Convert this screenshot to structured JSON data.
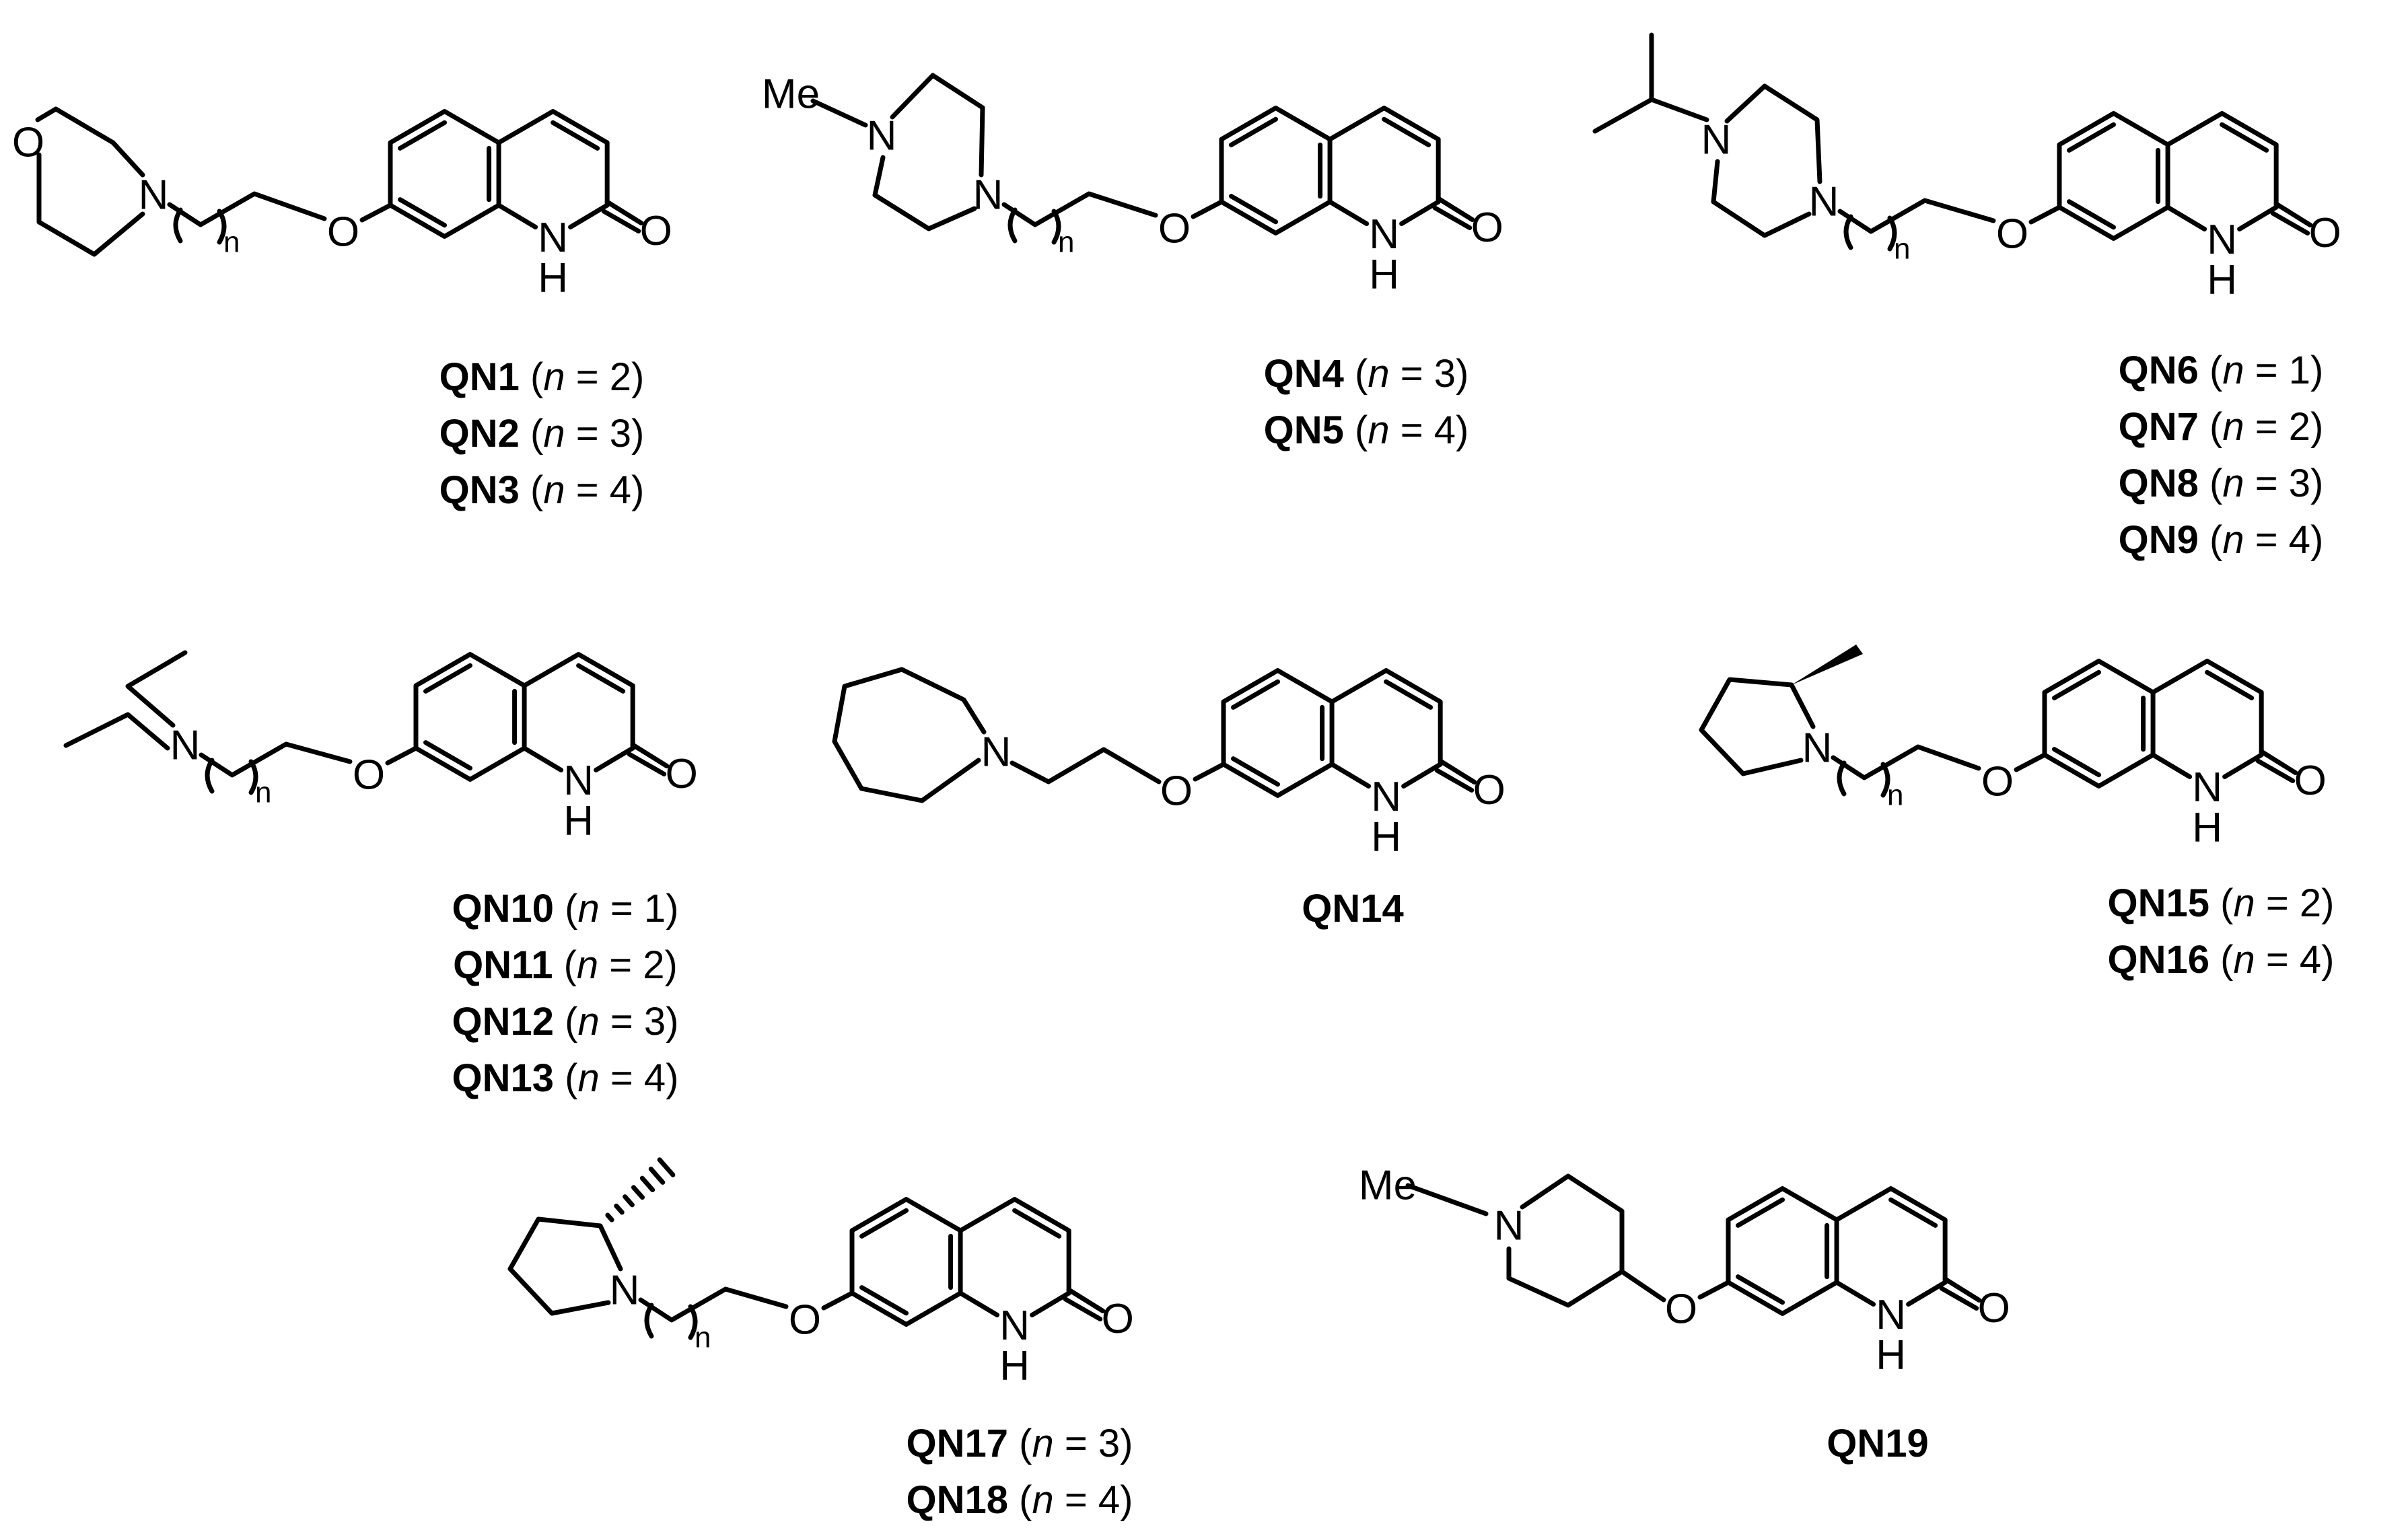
{
  "atoms": {
    "n": "N",
    "o": "O",
    "h": "H",
    "me": "Me",
    "n_sub": "n"
  },
  "panels": [
    {
      "id": "morpholine",
      "labels": [
        {
          "compound": "QN1",
          "n": "2"
        },
        {
          "compound": "QN2",
          "n": "3"
        },
        {
          "compound": "QN3",
          "n": "4"
        }
      ]
    },
    {
      "id": "methylpiperazine",
      "labels": [
        {
          "compound": "QN4",
          "n": "3"
        },
        {
          "compound": "QN5",
          "n": "4"
        }
      ]
    },
    {
      "id": "isopropylpiperazine",
      "labels": [
        {
          "compound": "QN6",
          "n": "1"
        },
        {
          "compound": "QN7",
          "n": "2"
        },
        {
          "compound": "QN8",
          "n": "3"
        },
        {
          "compound": "QN9",
          "n": "4"
        }
      ]
    },
    {
      "id": "diethylamine",
      "labels": [
        {
          "compound": "QN10",
          "n": "1"
        },
        {
          "compound": "QN11",
          "n": "2"
        },
        {
          "compound": "QN12",
          "n": "3"
        },
        {
          "compound": "QN13",
          "n": "4"
        }
      ]
    },
    {
      "id": "azepane",
      "labels": [
        {
          "compound": "QN14"
        }
      ]
    },
    {
      "id": "s-methylpyrrolidine",
      "labels": [
        {
          "compound": "QN15",
          "n": "2"
        },
        {
          "compound": "QN16",
          "n": "4"
        }
      ]
    },
    {
      "id": "r-methylpyrrolidine",
      "labels": [
        {
          "compound": "QN17",
          "n": "3"
        },
        {
          "compound": "QN18",
          "n": "4"
        }
      ]
    },
    {
      "id": "methylpiperidine",
      "labels": [
        {
          "compound": "QN19"
        }
      ]
    }
  ]
}
